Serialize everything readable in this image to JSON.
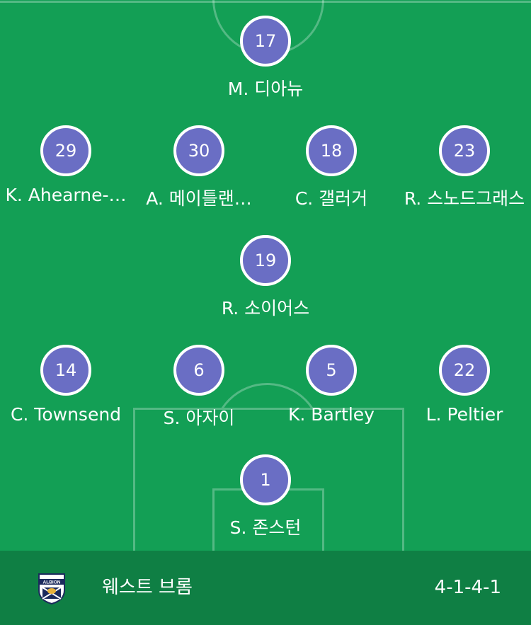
{
  "lineup": {
    "players": [
      {
        "number": "17",
        "name": "M. 디아뉴"
      },
      {
        "number": "29",
        "name": "K. Ahearne-…"
      },
      {
        "number": "30",
        "name": "A. 메이틀랜…"
      },
      {
        "number": "18",
        "name": "C. 갤러거"
      },
      {
        "number": "23",
        "name": "R. 스노드그래스"
      },
      {
        "number": "19",
        "name": "R. 소이어스"
      },
      {
        "number": "14",
        "name": "C. Townsend"
      },
      {
        "number": "6",
        "name": "S. 아자이"
      },
      {
        "number": "5",
        "name": "K. Bartley"
      },
      {
        "number": "22",
        "name": "L. Peltier"
      },
      {
        "number": "1",
        "name": "S. 존스턴"
      }
    ]
  },
  "footer": {
    "team_name": "웨스트 브롬",
    "formation": "4-1-4-1",
    "badge_icon": "club-crest-icon",
    "badge_text": "ALBION"
  },
  "colors": {
    "pitch": "#139f55",
    "footer": "#0f7f44",
    "player_circle": "#6a6ec4"
  }
}
